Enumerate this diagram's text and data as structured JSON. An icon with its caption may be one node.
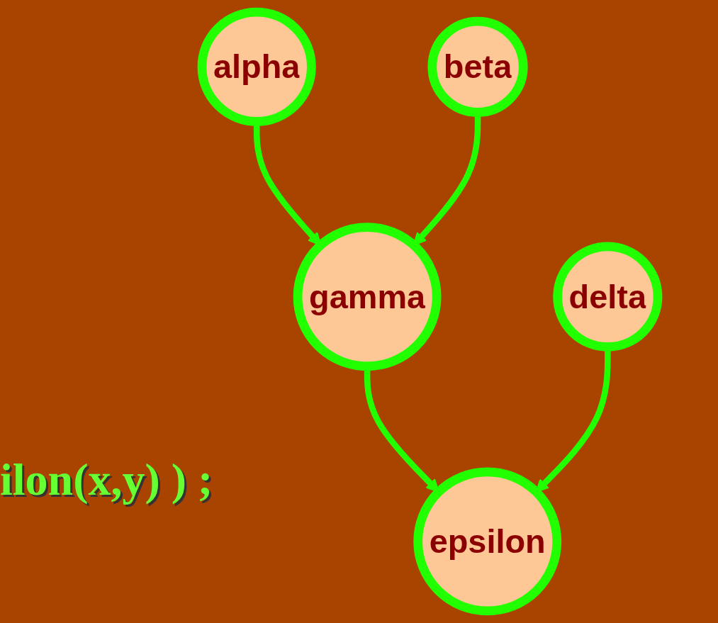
{
  "diagram": {
    "nodes": [
      {
        "text": [
          "alpha"
        ]
      },
      {
        "text": [
          "beta"
        ]
      },
      {
        "text": [
          "gamma"
        ]
      },
      {
        "text": [
          "delta"
        ]
      },
      {
        "text": [
          "epsilon"
        ]
      }
    ],
    "edges": [
      {
        "from": 0,
        "to": 2,
        "arrow": "to"
      },
      {
        "from": 1,
        "to": 2,
        "arrow": "to"
      },
      {
        "from": 2,
        "to": 4,
        "arrow": "to"
      },
      {
        "from": 3,
        "to": 4,
        "arrow": "to"
      }
    ],
    "labels": [
      "ilon(x,y) ) ;"
    ]
  }
}
